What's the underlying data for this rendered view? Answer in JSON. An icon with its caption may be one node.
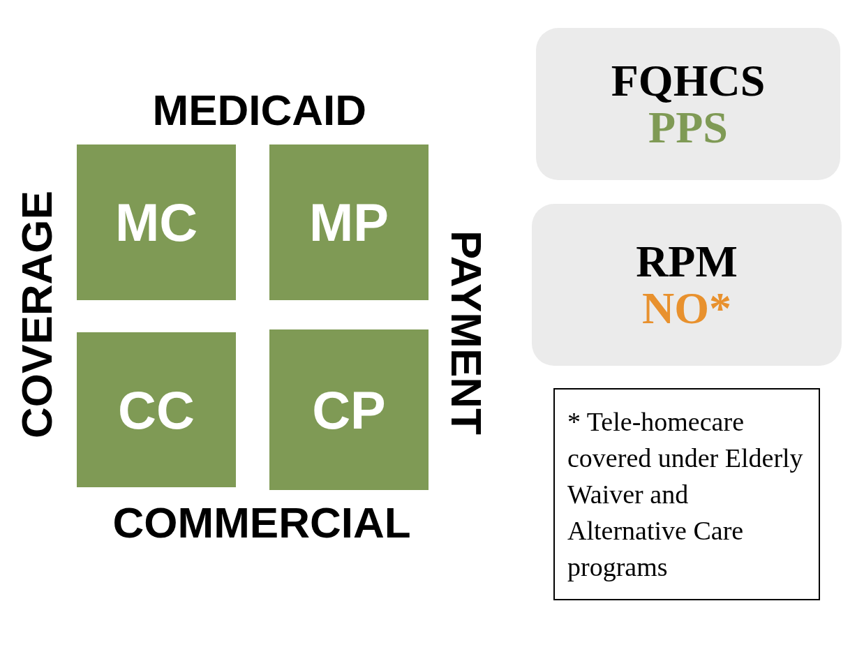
{
  "diagram": {
    "nodes": [
      {
        "text": [
          "MC"
        ]
      },
      {
        "text": [
          "MP"
        ]
      },
      {
        "text": [
          "CC"
        ]
      },
      {
        "text": [
          "CP"
        ]
      },
      {
        "text": [
          "FQHCS",
          "PPS"
        ]
      },
      {
        "text": [
          "RPM",
          "NO*"
        ]
      },
      {
        "text": [
          "* Tele-homecare covered under Elderly Waiver and Alternative Care programs"
        ]
      }
    ],
    "labels": [
      "MEDICAID",
      "COVERAGE",
      "PAYMENT",
      "COMMERCIAL"
    ]
  }
}
